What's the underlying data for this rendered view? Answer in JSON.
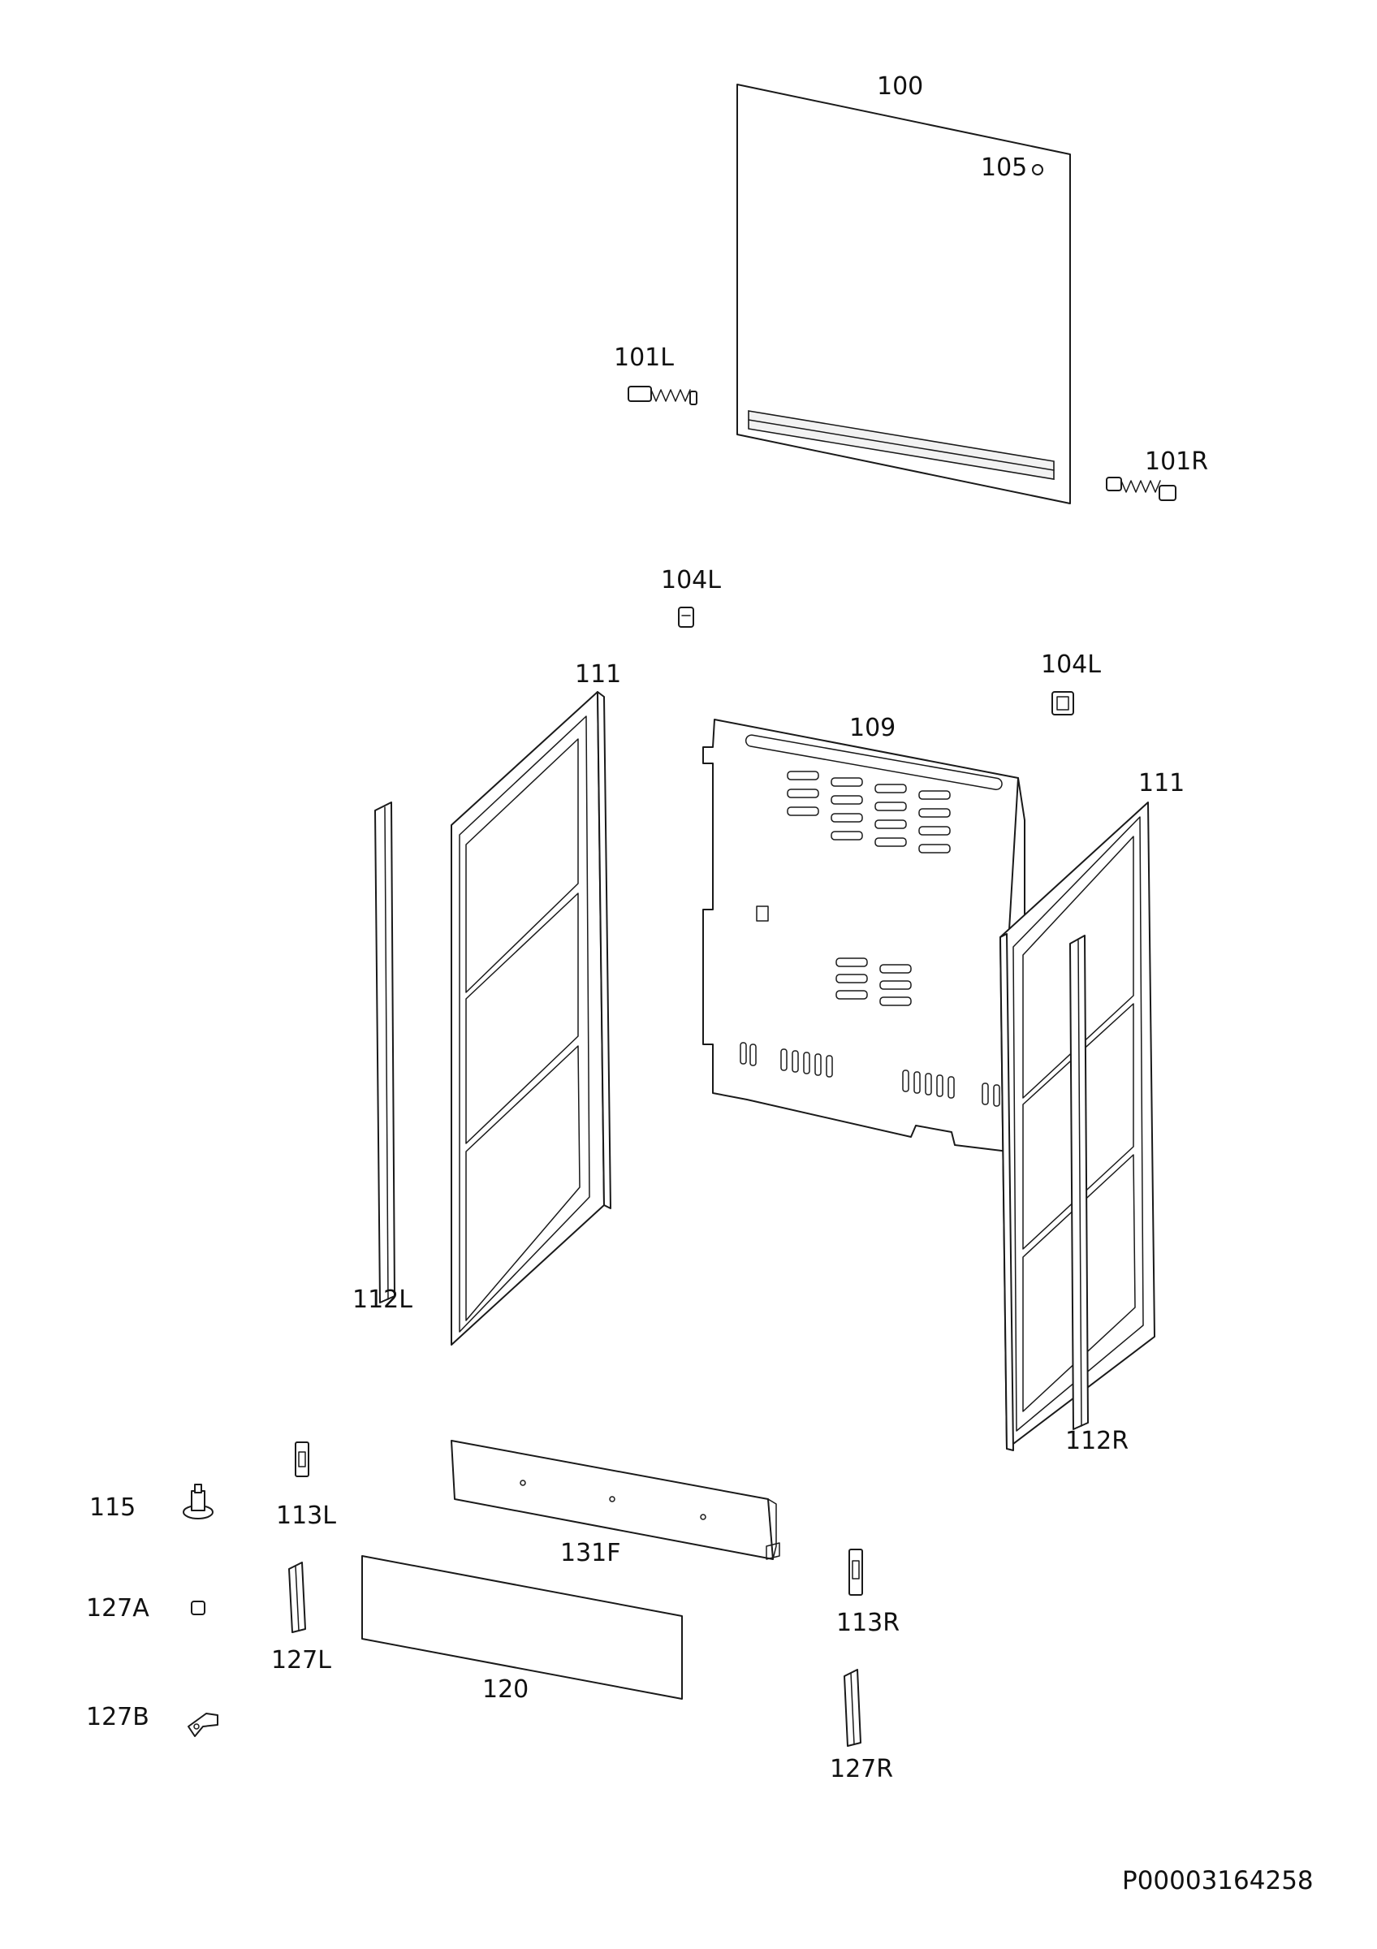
{
  "document_number": "P00003164258",
  "parts": [
    {
      "id": "p100",
      "label": "100"
    },
    {
      "id": "p105",
      "label": "105"
    },
    {
      "id": "p101L",
      "label": "101L"
    },
    {
      "id": "p101R",
      "label": "101R"
    },
    {
      "id": "p104L_a",
      "label": "104L"
    },
    {
      "id": "p104L_b",
      "label": "104L"
    },
    {
      "id": "p111_a",
      "label": "111"
    },
    {
      "id": "p109",
      "label": "109"
    },
    {
      "id": "p111_b",
      "label": "111"
    },
    {
      "id": "p112L",
      "label": "112L"
    },
    {
      "id": "p112R",
      "label": "112R"
    },
    {
      "id": "p115",
      "label": "115"
    },
    {
      "id": "p113L",
      "label": "113L"
    },
    {
      "id": "p131F",
      "label": "131F"
    },
    {
      "id": "p113R",
      "label": "113R"
    },
    {
      "id": "p127A",
      "label": "127A"
    },
    {
      "id": "p127L",
      "label": "127L"
    },
    {
      "id": "p120",
      "label": "120"
    },
    {
      "id": "p127B",
      "label": "127B"
    },
    {
      "id": "p127R",
      "label": "127R"
    }
  ]
}
